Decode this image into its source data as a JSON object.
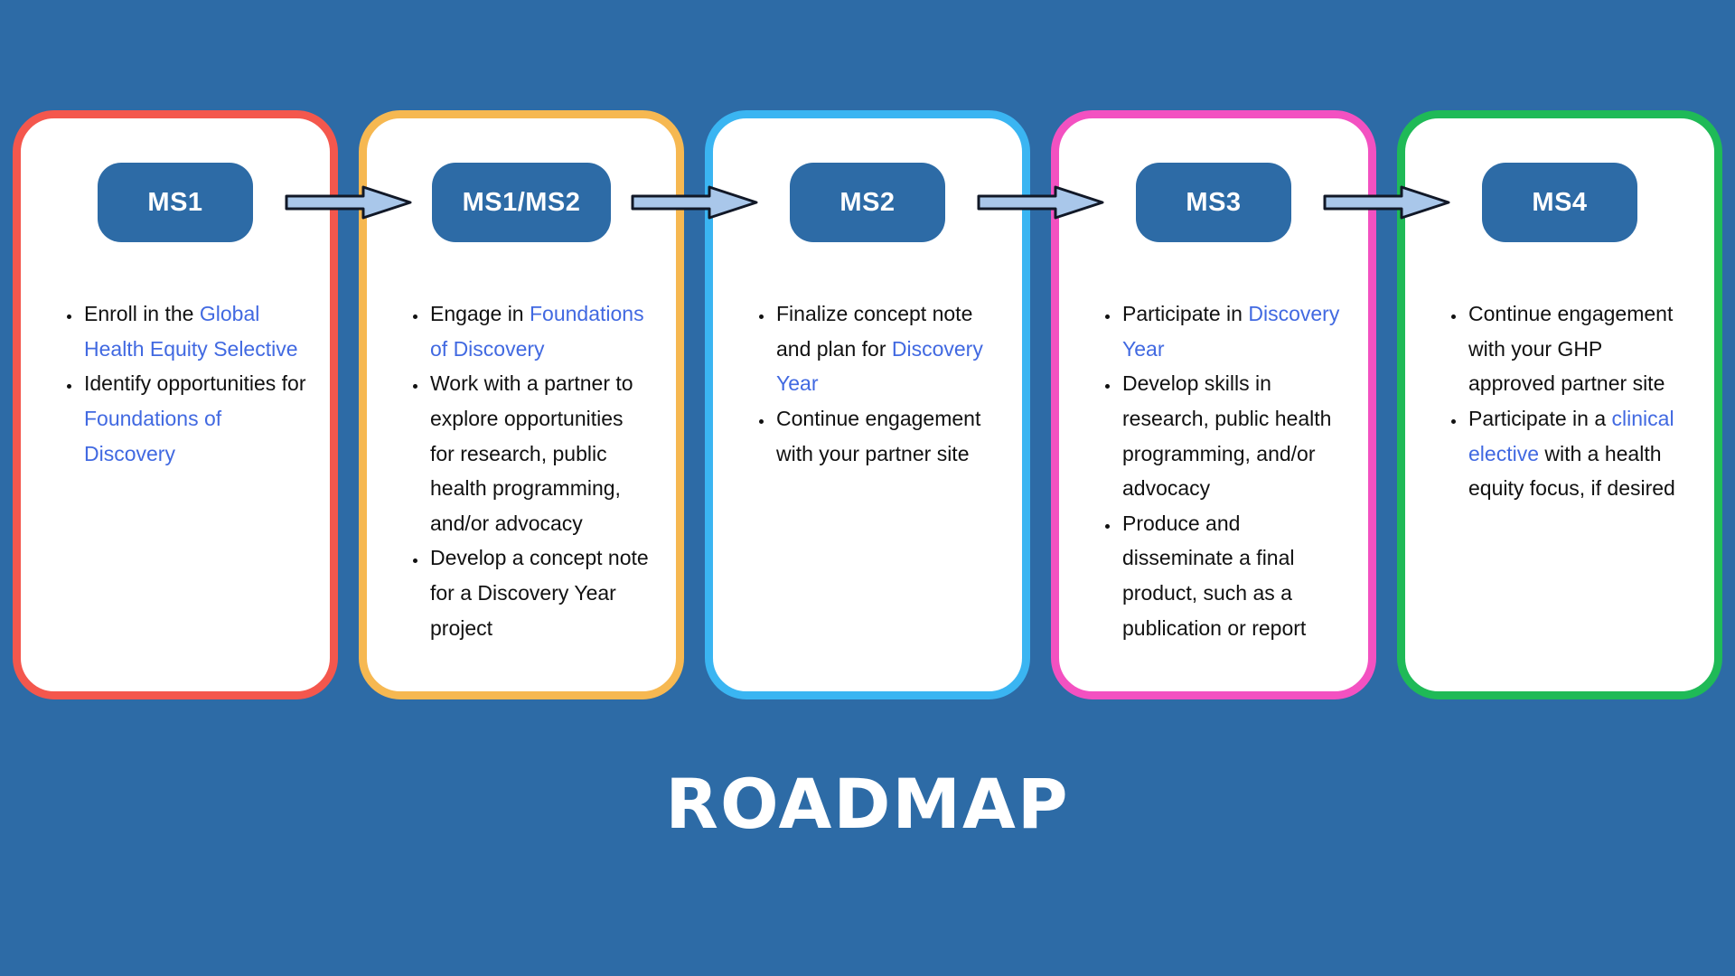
{
  "page": {
    "title": "ROADMAP"
  },
  "colors": {
    "background": "#2d6ba6",
    "badge": "#2d6ba6",
    "card_background": "#ffffff",
    "text": "#111111",
    "link": "#4169e1",
    "arrow_fill": "#a9c7ea",
    "arrow_outline": "#111827"
  },
  "cards": [
    {
      "badge": "MS1",
      "border_color": "#f4574d",
      "bullets": [
        {
          "segments": [
            {
              "text": "Enroll in the ",
              "highlight": false
            },
            {
              "text": "Global Health Equity Selective",
              "highlight": true
            }
          ]
        },
        {
          "segments": [
            {
              "text": "Identify opportunities for ",
              "highlight": false
            },
            {
              "text": "Foundations of Discovery",
              "highlight": true
            }
          ]
        }
      ]
    },
    {
      "badge": "MS1/MS2",
      "border_color": "#f6b851",
      "bullets": [
        {
          "segments": [
            {
              "text": "Engage in ",
              "highlight": false
            },
            {
              "text": "Foundations of Discovery",
              "highlight": true
            }
          ]
        },
        {
          "segments": [
            {
              "text": "Work with a partner to explore opportunities for research, public health programming, and/or advocacy",
              "highlight": false
            }
          ]
        },
        {
          "segments": [
            {
              "text": "Develop a concept note for a Discovery Year project",
              "highlight": false
            }
          ]
        }
      ]
    },
    {
      "badge": "MS2",
      "border_color": "#3ab5f2",
      "bullets": [
        {
          "segments": [
            {
              "text": "Finalize concept note and plan for ",
              "highlight": false
            },
            {
              "text": "Discovery Year",
              "highlight": true
            }
          ]
        },
        {
          "segments": [
            {
              "text": "Continue engagement with your partner site",
              "highlight": false
            }
          ]
        }
      ]
    },
    {
      "badge": "MS3",
      "border_color": "#f351c1",
      "bullets": [
        {
          "segments": [
            {
              "text": "Participate in ",
              "highlight": false
            },
            {
              "text": "Discovery Year",
              "highlight": true
            }
          ]
        },
        {
          "segments": [
            {
              "text": "Develop skills in research, public health programming, and/or advocacy",
              "highlight": false
            }
          ]
        },
        {
          "segments": [
            {
              "text": "Produce and disseminate a final product, such as a publication or report",
              "highlight": false
            }
          ]
        }
      ]
    },
    {
      "badge": "MS4",
      "border_color": "#1fba57",
      "bullets": [
        {
          "segments": [
            {
              "text": "Continue engagement with your GHP approved partner site",
              "highlight": false
            }
          ]
        },
        {
          "segments": [
            {
              "text": "Participate in a ",
              "highlight": false
            },
            {
              "text": "clinical elective",
              "highlight": true
            },
            {
              "text": " with a health equity focus, if desired",
              "highlight": false
            }
          ]
        }
      ]
    }
  ]
}
